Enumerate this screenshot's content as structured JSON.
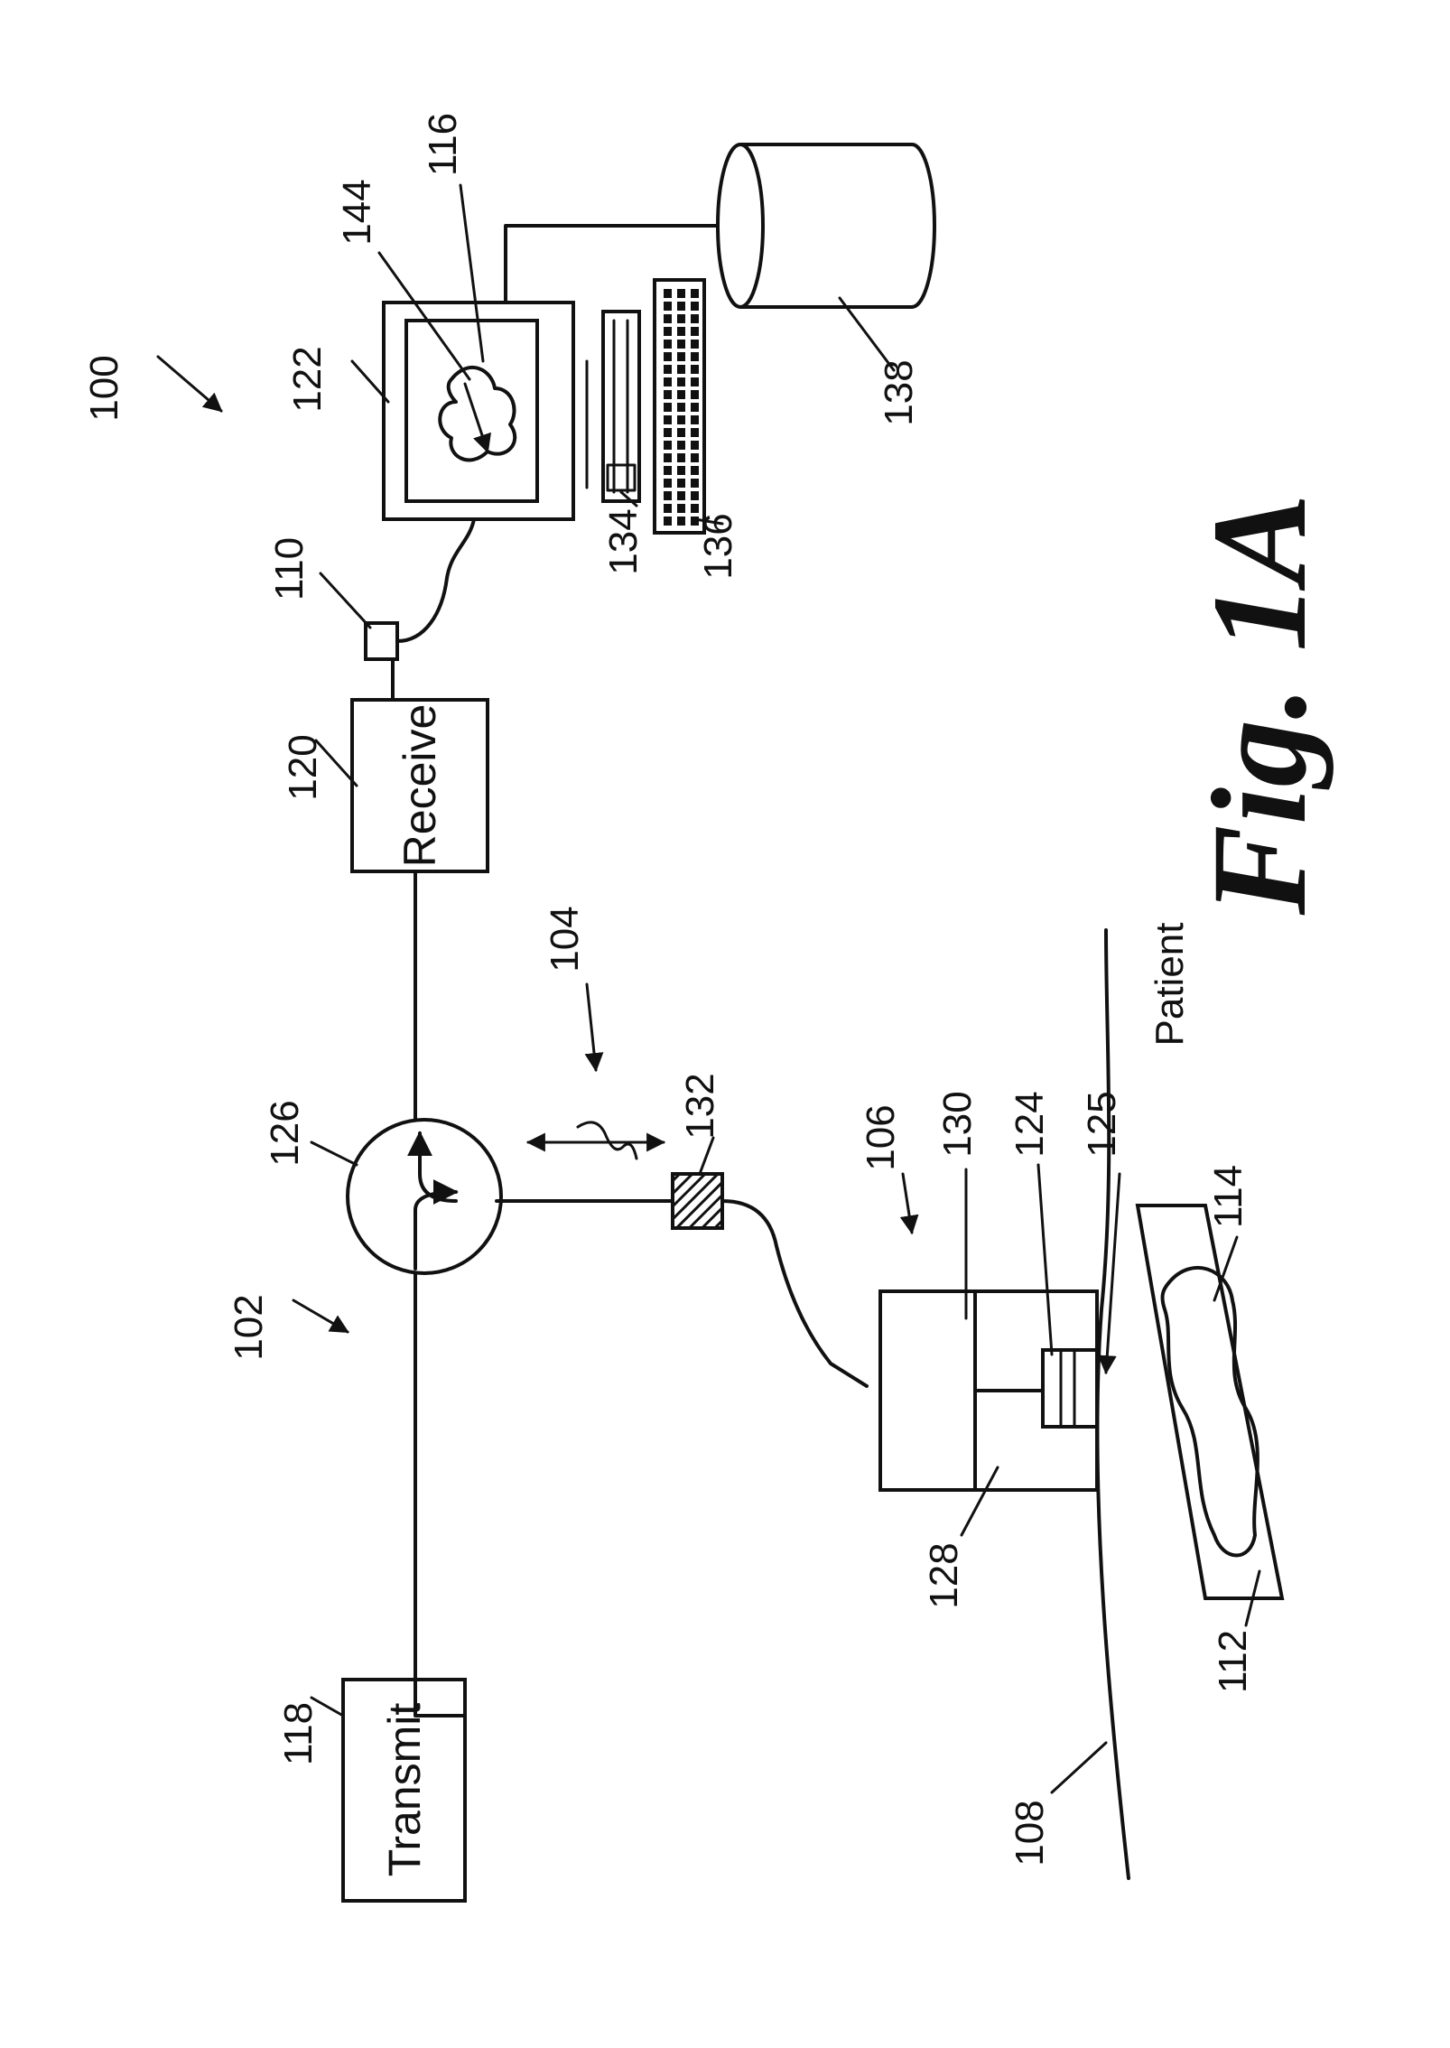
{
  "figure": {
    "caption": "Fig. 1A"
  },
  "boxes": {
    "transmit": "Transmit",
    "receive": "Receive"
  },
  "texts": {
    "patient": "Patient"
  },
  "refs": {
    "r100": "100",
    "r102": "102",
    "r104": "104",
    "r106": "106",
    "r108": "108",
    "r110": "110",
    "r112": "112",
    "r114": "114",
    "r116": "116",
    "r118": "118",
    "r120": "120",
    "r122": "122",
    "r124": "124",
    "r125": "125",
    "r126": "126",
    "r128": "128",
    "r130": "130",
    "r132": "132",
    "r134": "134",
    "r136": "136",
    "r138": "138",
    "r144": "144"
  }
}
